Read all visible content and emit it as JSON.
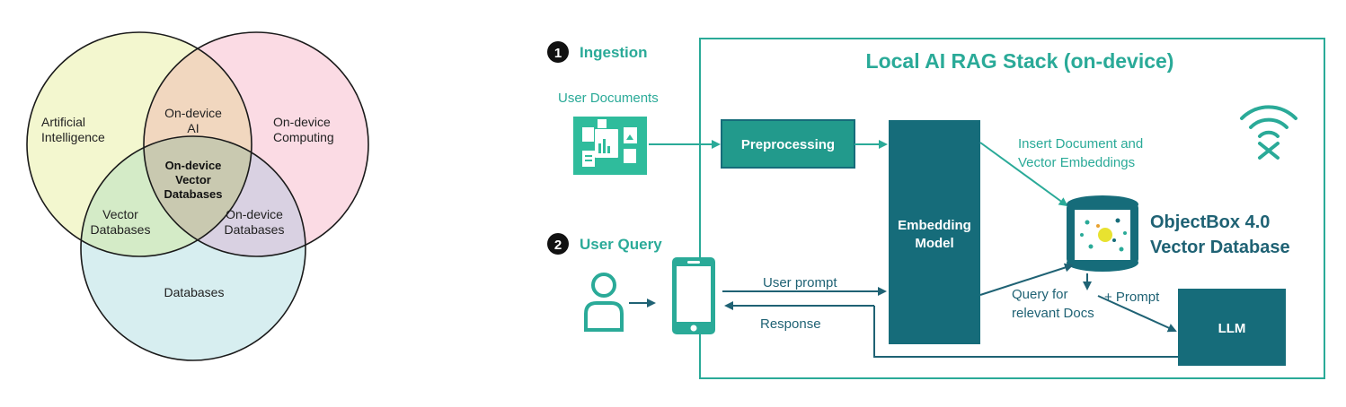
{
  "venn": {
    "ai_line1": "Artificial",
    "ai_line2": "Intelligence",
    "odc_line1": "On-device",
    "odc_line2": "Computing",
    "odai_line1": "On-device",
    "odai_line2": "AI",
    "center_line1": "On-device",
    "center_line2": "Vector",
    "center_line3": "Databases",
    "vdb_line1": "Vector",
    "vdb_line2": "Databases",
    "oddb_line1": "On-device",
    "oddb_line2": "Databases",
    "db": "Databases",
    "colors": {
      "ai": "#f3f7cf",
      "odc": "#fbdbe4",
      "db": "#d7eef0"
    }
  },
  "flow": {
    "step1_number": "1",
    "step1_label": "Ingestion",
    "step2_number": "2",
    "step2_label": "User Query",
    "stack_title": "Local AI RAG Stack (on-device)",
    "user_documents": "User Documents",
    "preprocessing": "Preprocessing",
    "embedding_line1": "Embedding",
    "embedding_line2": "Model",
    "insert_line1": "Insert Document and",
    "insert_line2": "Vector Embeddings",
    "db_line1": "ObjectBox 4.0",
    "db_line2": "Vector Database",
    "user_prompt": "User prompt",
    "response": "Response",
    "query_line1": "Query for",
    "query_line2": "relevant Docs",
    "plus_prompt": "+ Prompt",
    "llm": "LLM",
    "colors": {
      "teal": "#2aaa98",
      "dark": "#1f6274",
      "box": "#166c7a"
    }
  }
}
